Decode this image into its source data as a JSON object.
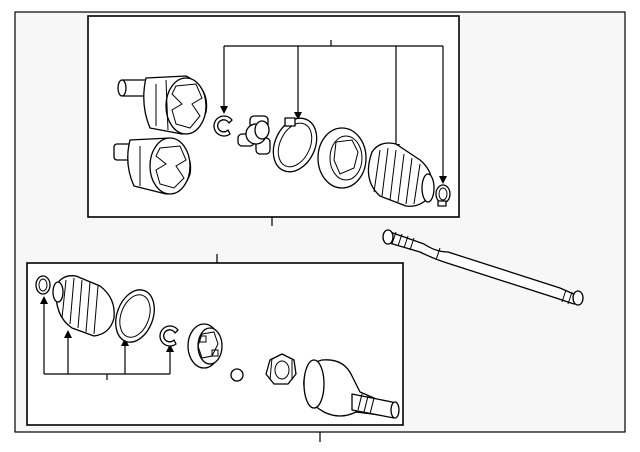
{
  "diagram": {
    "parts": [
      "inner-tripod-housing-upper",
      "inner-tripod-housing-lower",
      "inner-retaining-clip",
      "tripod-spider",
      "inner-boot-clamp-large",
      "inner-seal-ring",
      "inner-boot",
      "inner-boot-clamp-small",
      "axle-shaft",
      "outer-boot-clamp-small",
      "outer-boot",
      "outer-boot-clamp-large",
      "outer-retaining-clip",
      "outer-cv-cage",
      "outer-cv-ball",
      "outer-cv-inner-race",
      "outer-cv-housing"
    ],
    "colors": {
      "line": "#000000",
      "background": "#ffffff",
      "panel": "#f7f7f7"
    }
  }
}
